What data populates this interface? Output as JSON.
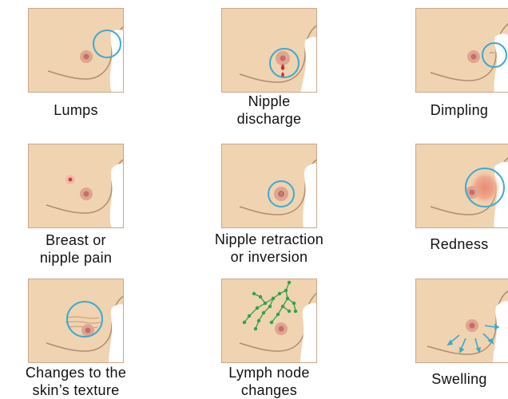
{
  "colors": {
    "skin": "#f0d3b0",
    "skin_edge": "#c9a88a",
    "areola": "#dea58f",
    "nipple": "#c86d6a",
    "circle": "#3aaad3",
    "discharge": "#d02a3a",
    "lymph": "#2ea24a"
  },
  "items": [
    {
      "key": "lumps",
      "icon": "breast-lump-icon",
      "lines": [
        "Lumps"
      ]
    },
    {
      "key": "nipple-discharge",
      "icon": "nipple-discharge-icon",
      "lines": [
        "Nipple",
        "discharge"
      ]
    },
    {
      "key": "dimpling",
      "icon": "skin-dimpling-icon",
      "lines": [
        "Dimpling"
      ]
    },
    {
      "key": "breast-pain",
      "icon": "breast-pain-icon",
      "lines": [
        "Breast or",
        "nipple pain"
      ]
    },
    {
      "key": "nipple-retraction",
      "icon": "nipple-retraction-icon",
      "lines": [
        "Nipple retraction",
        "or inversion"
      ]
    },
    {
      "key": "redness",
      "icon": "skin-redness-icon",
      "lines": [
        "Redness"
      ]
    },
    {
      "key": "skin-texture",
      "icon": "skin-texture-icon",
      "lines": [
        "Changes to the",
        "skin’s texture"
      ]
    },
    {
      "key": "lymph-node",
      "icon": "lymph-node-icon",
      "lines": [
        "Lymph node",
        "changes"
      ]
    },
    {
      "key": "swelling",
      "icon": "swelling-icon",
      "lines": [
        "Swelling"
      ]
    }
  ]
}
